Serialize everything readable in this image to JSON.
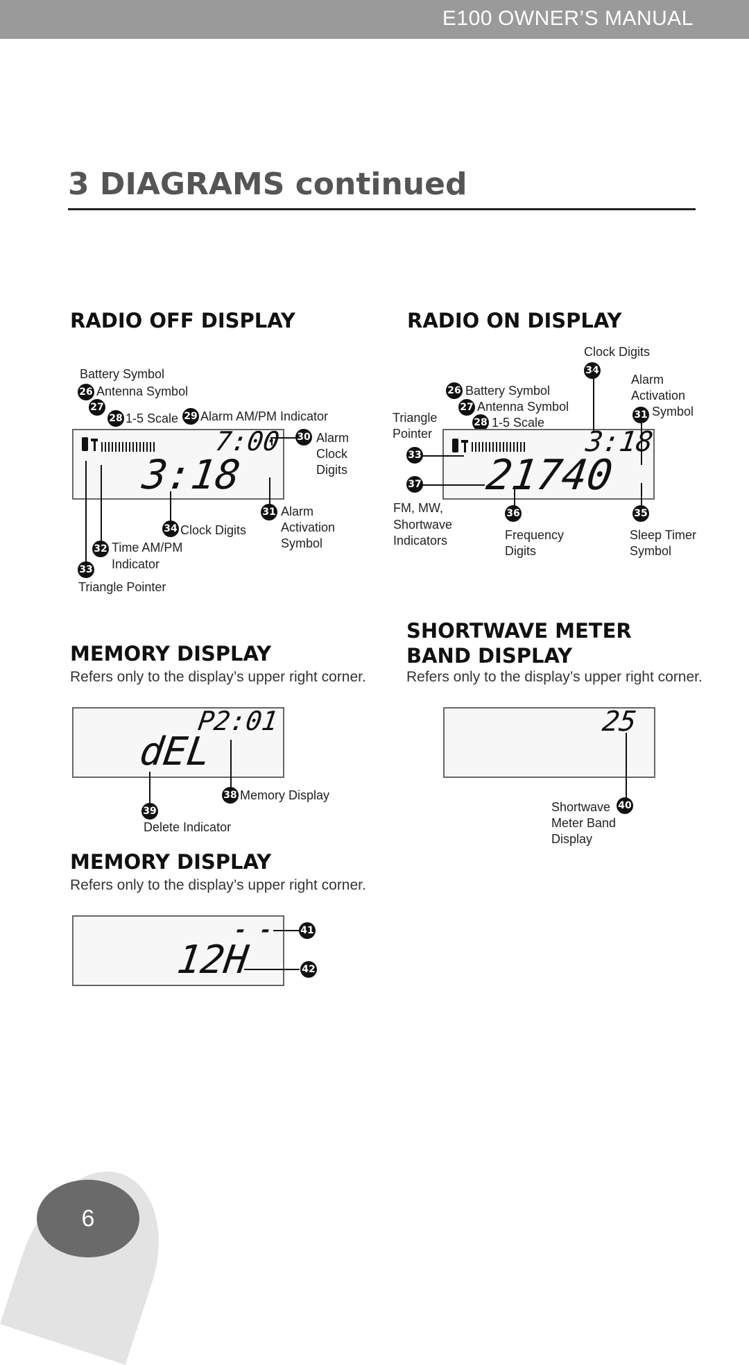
{
  "header": {
    "model": "E100",
    "manual": "OWNER’S MANUAL"
  },
  "page_title": "3  DIAGRAMS continued",
  "radio_off": {
    "heading": "RADIO OFF DISPLAY",
    "time_small": "7:00",
    "time_big": "3:18",
    "labels": {
      "battery": "Battery Symbol",
      "antenna": "Antenna Symbol",
      "scale": "1-5 Scale",
      "alarm_ampm": "Alarm AM/PM Indicator",
      "alarm_clock_1": "Alarm",
      "alarm_clock_2": "Clock",
      "alarm_clock_3": "Digits",
      "alarm_act_1": "Alarm",
      "alarm_act_2": "Activation",
      "alarm_act_3": "Symbol",
      "clock_digits": "Clock Digits",
      "time_ampm_1": "Time AM/PM",
      "time_ampm_2": "Indicator",
      "triangle": "Triangle Pointer"
    },
    "nums": {
      "n26": "26",
      "n27": "27",
      "n28": "28",
      "n29": "29",
      "n30": "30",
      "n31": "31",
      "n34": "34",
      "n32": "32",
      "n33": "33"
    }
  },
  "radio_on": {
    "heading": "RADIO ON DISPLAY",
    "time": "3:18",
    "freq": "21740",
    "labels": {
      "clock_digits": "Clock Digits",
      "alarm_1": "Alarm",
      "alarm_2": "Activation",
      "alarm_3": "Symbol",
      "battery": "Battery Symbol",
      "antenna": "Antenna Symbol",
      "scale": "1-5 Scale",
      "triangle_1": "Triangle",
      "triangle_2": "Pointer",
      "fm_1": "FM, MW,",
      "fm_2": "Shortwave",
      "fm_3": "Indicators",
      "freq_1": "Frequency",
      "freq_2": "Digits",
      "sleep_1": "Sleep Timer",
      "sleep_2": "Symbol"
    },
    "nums": {
      "n34": "34",
      "n26": "26",
      "n27": "27",
      "n28": "28",
      "n31": "31",
      "n33": "33",
      "n37": "37",
      "n36": "36",
      "n35": "35"
    }
  },
  "memory1": {
    "heading": "MEMORY DISPLAY",
    "note": "Refers only to the display’s upper right corner.",
    "small": "P2:01",
    "big": "dEL",
    "labels": {
      "memory": "Memory Display",
      "delete": "Delete Indicator"
    },
    "nums": {
      "n38": "38",
      "n39": "39"
    }
  },
  "shortwave": {
    "heading_1": "SHORTWAVE METER",
    "heading_2": "BAND DISPLAY",
    "note": "Refers only to the display’s upper right corner.",
    "value": "25",
    "labels": {
      "l1": "Shortwave",
      "l2": "Meter Band",
      "l3": "Display"
    },
    "nums": {
      "n40": "40"
    }
  },
  "memory2": {
    "heading": "MEMORY DISPLAY",
    "note": "Refers only to the display’s upper right corner.",
    "small": "- -",
    "big": "12H",
    "nums": {
      "n41": "41",
      "n42": "42"
    }
  },
  "page_number": "6"
}
